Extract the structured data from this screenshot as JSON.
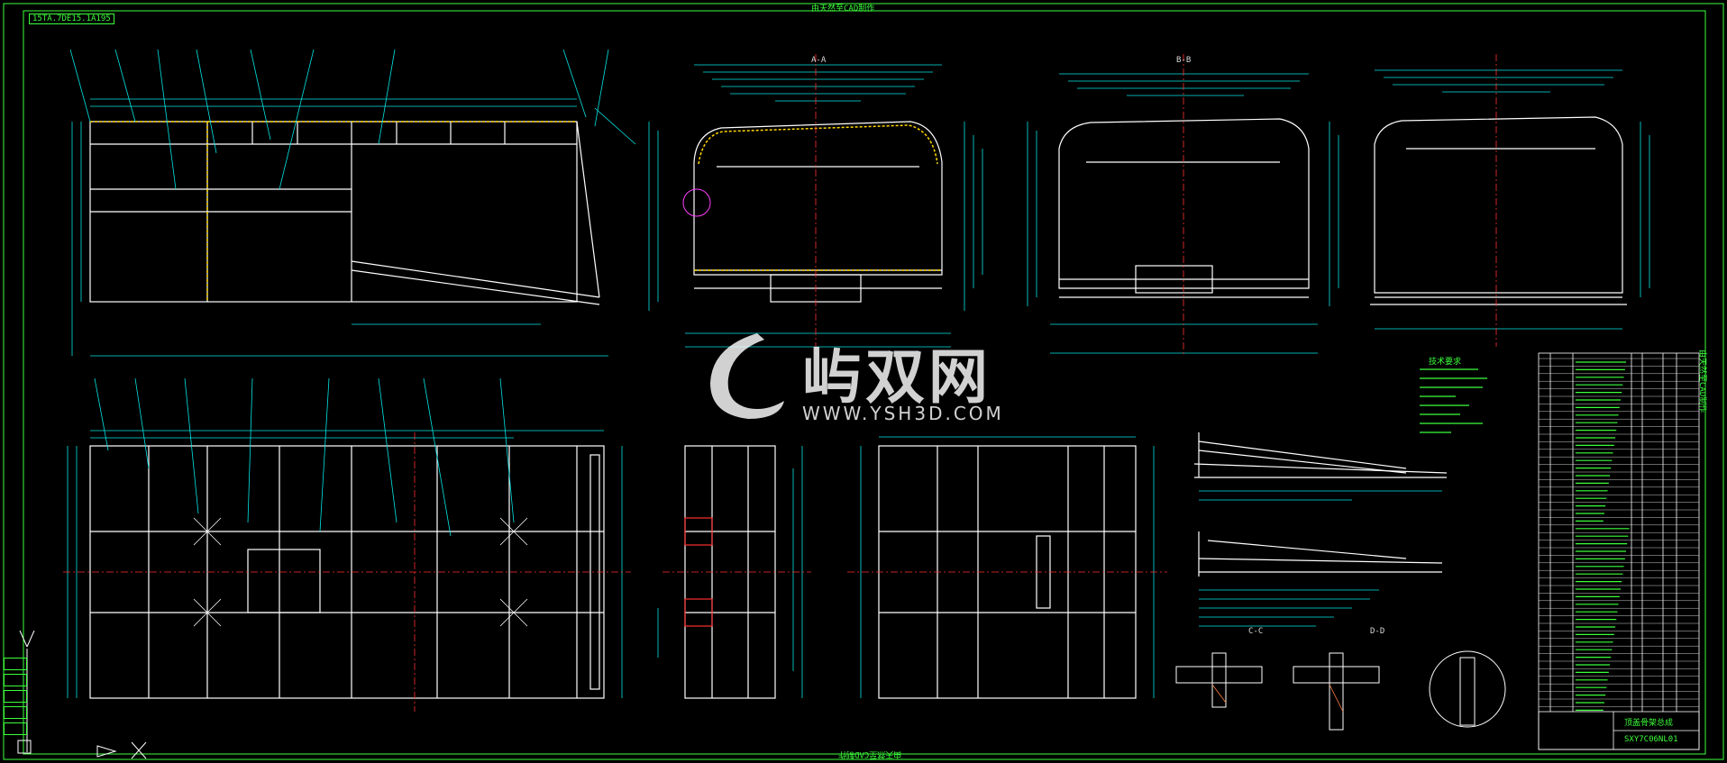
{
  "drawing": {
    "top_caption": "由天然至CAD制作",
    "bottom_caption": "由天然至CAD制作",
    "right_caption": "由天然至CAD制作",
    "drawing_code": "15TA.7DE15.1A195",
    "watermark": {
      "brand": "屿双网",
      "url": "WWW.YSH3D.COM"
    },
    "title_block": {
      "title": "顶盖骨架总成",
      "code": "SXY7C06NL01"
    },
    "notes_heading": "技术要求",
    "view_labels": [
      "A-A",
      "B-B",
      "C-C",
      "D-D"
    ],
    "colors": {
      "frame_white": "#ffffff",
      "dimension_cyan": "#00e5e5",
      "centerline_red": "#ff3030",
      "border_green": "#3cff3c",
      "marker_yellow": "#ffd800",
      "accent_magenta": "#ff40ff"
    }
  }
}
